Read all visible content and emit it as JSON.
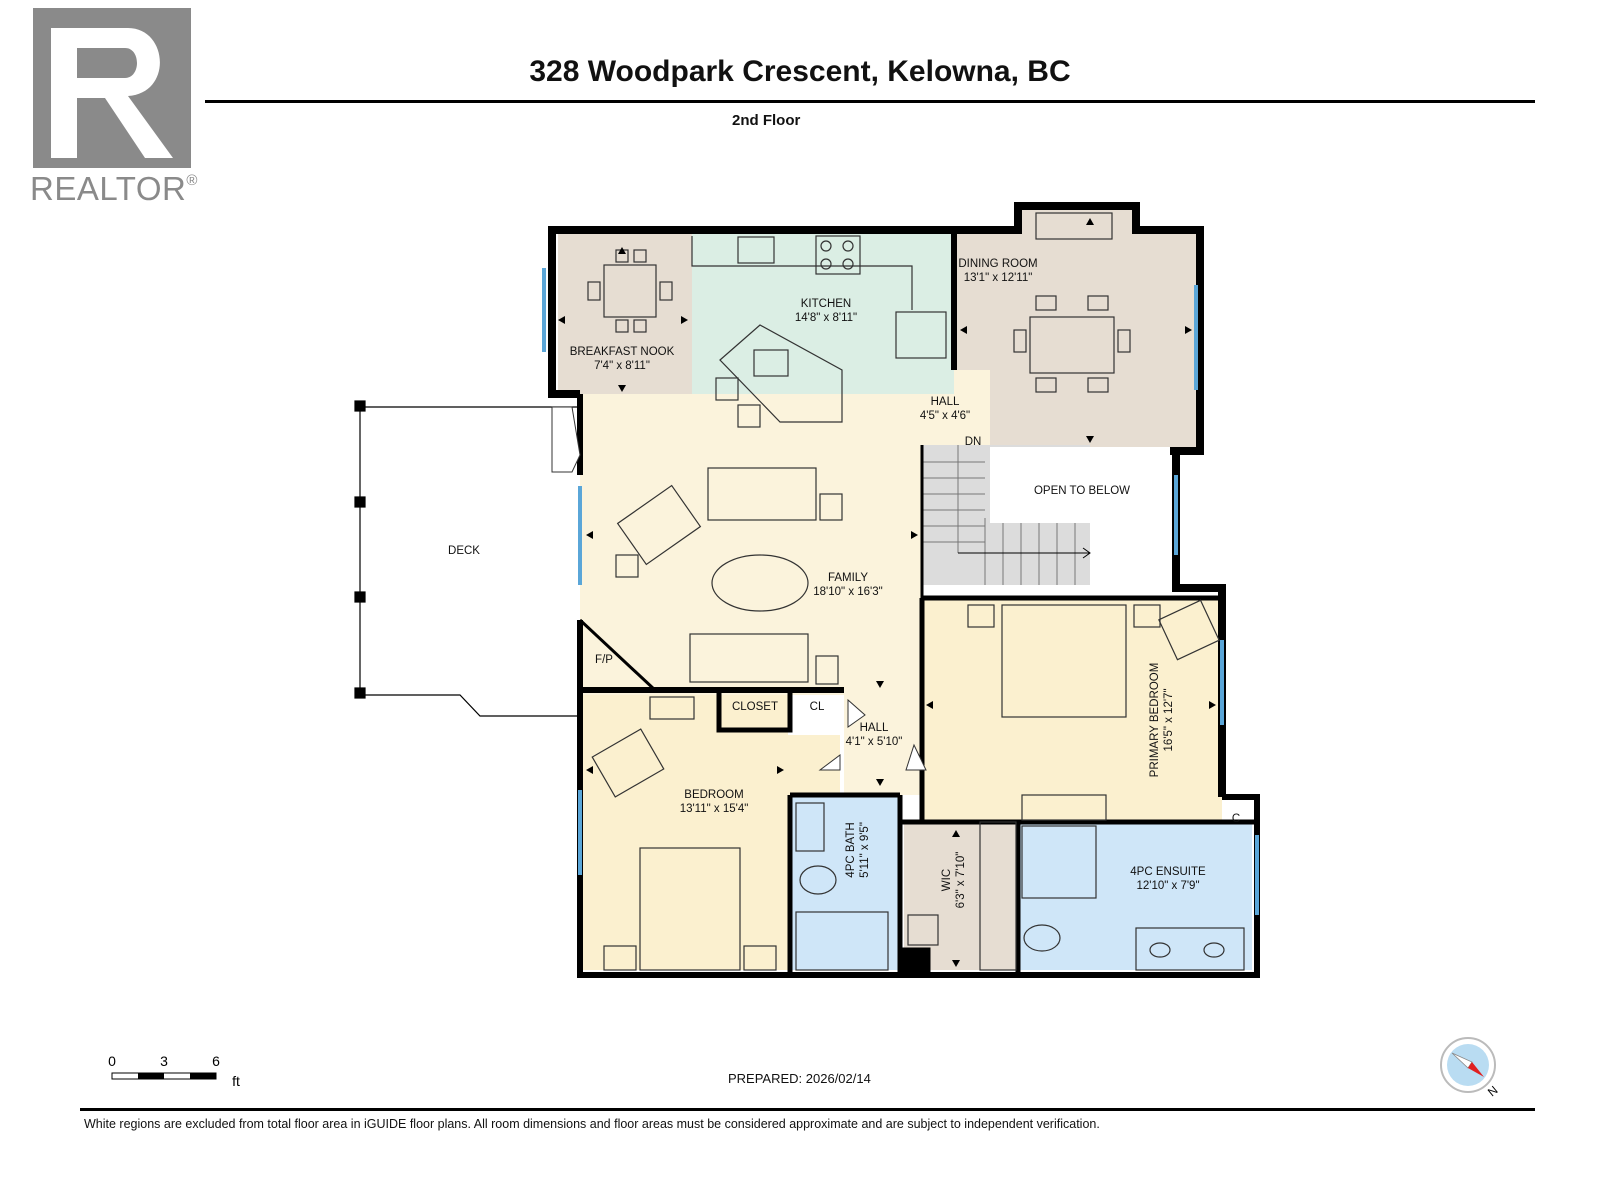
{
  "header": {
    "address": "328 Woodpark Crescent, Kelowna, BC",
    "floor": "2nd Floor"
  },
  "logo": {
    "wordmark": "REALTOR",
    "mark": "®",
    "icon": "realtor-r-icon"
  },
  "rooms": {
    "breakfast_nook": {
      "name": "BREAKFAST NOOK",
      "dims": "7'4\" x 8'11\""
    },
    "kitchen": {
      "name": "KITCHEN",
      "dims": "14'8\" x 8'11\""
    },
    "dining_room": {
      "name": "DINING ROOM",
      "dims": "13'1\" x 12'11\""
    },
    "hall_top": {
      "name": "HALL",
      "dims": "4'5\" x 4'6\""
    },
    "stairs": {
      "name": "DN"
    },
    "open_to_below": {
      "name": "OPEN TO BELOW"
    },
    "deck": {
      "name": "DECK"
    },
    "family": {
      "name": "FAMILY",
      "dims": "18'10\" x 16'3\""
    },
    "fireplace": {
      "name": "F/P"
    },
    "closet": {
      "name": "CLOSET"
    },
    "cl": {
      "name": "CL"
    },
    "hall_mid": {
      "name": "HALL",
      "dims": "4'1\" x 5'10\""
    },
    "bedroom": {
      "name": "BEDROOM",
      "dims": "13'11\" x 15'4\""
    },
    "primary_bedroom": {
      "name": "PRIMARY BEDROOM",
      "dims": "16'5\" x 12'7\""
    },
    "bath": {
      "name": "4PC BATH",
      "dims": "5'11\" x 9'5\""
    },
    "wic": {
      "name": "WIC",
      "dims": "6'3\" x 7'10\""
    },
    "ensuite": {
      "name": "4PC ENSUITE",
      "dims": "12'10\" x 7'9\""
    },
    "c": {
      "name": "C"
    }
  },
  "scale": {
    "ticks": [
      "0",
      "3",
      "6"
    ],
    "unit": "ft"
  },
  "prepared": "PREPARED: 2026/02/14",
  "compass": {
    "label": "N",
    "icon": "compass-icon"
  },
  "disclaimer": "White regions are excluded from total floor area in iGUIDE floor plans. All room dimensions and floor areas must be considered approximate and are subject to independent verification.",
  "colors": {
    "nook": "#e6ddd2",
    "kitchen": "#dbeee4",
    "dining": "#e6ddd2",
    "family": "#fbf3dc",
    "bedroom": "#fbf0cf",
    "bath": "#cfe6f8",
    "wic": "#e6ddd2",
    "stairs": "#dcdcdc",
    "wall": "#000000",
    "window": "#5aa6d8"
  }
}
